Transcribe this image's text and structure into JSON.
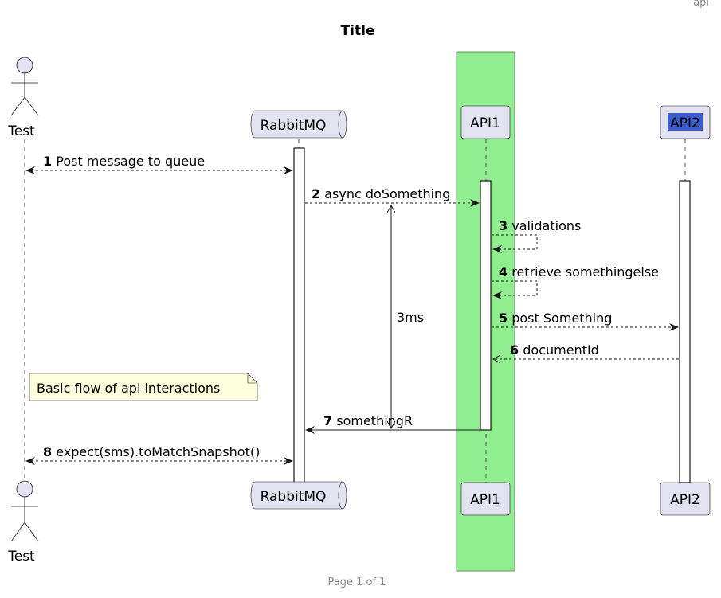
{
  "header_right": "api",
  "title": "Title",
  "footer": "Page 1 of 1",
  "colors": {
    "box_highlight": "#90EE90",
    "participant_fill": "#E2E2F0",
    "api2_label_highlight": "#3A5FCD",
    "note_fill": "#FEFFDD"
  },
  "participants": {
    "test": "Test",
    "rabbitmq": "RabbitMQ",
    "api1": "API1",
    "api2": "API2"
  },
  "messages": [
    {
      "num": "1",
      "text": "Post message to queue"
    },
    {
      "num": "2",
      "text": "async doSomething"
    },
    {
      "num": "3",
      "text": "validations"
    },
    {
      "num": "4",
      "text": "retrieve somethingelse"
    },
    {
      "num": "5",
      "text": "post Something"
    },
    {
      "num": "6",
      "text": "documentId"
    },
    {
      "num": "7",
      "text": "somethingR"
    },
    {
      "num": "8",
      "text": "expect(sms).toMatchSnapshot()"
    }
  ],
  "duration_label": "3ms",
  "note": "Basic flow of api interactions"
}
